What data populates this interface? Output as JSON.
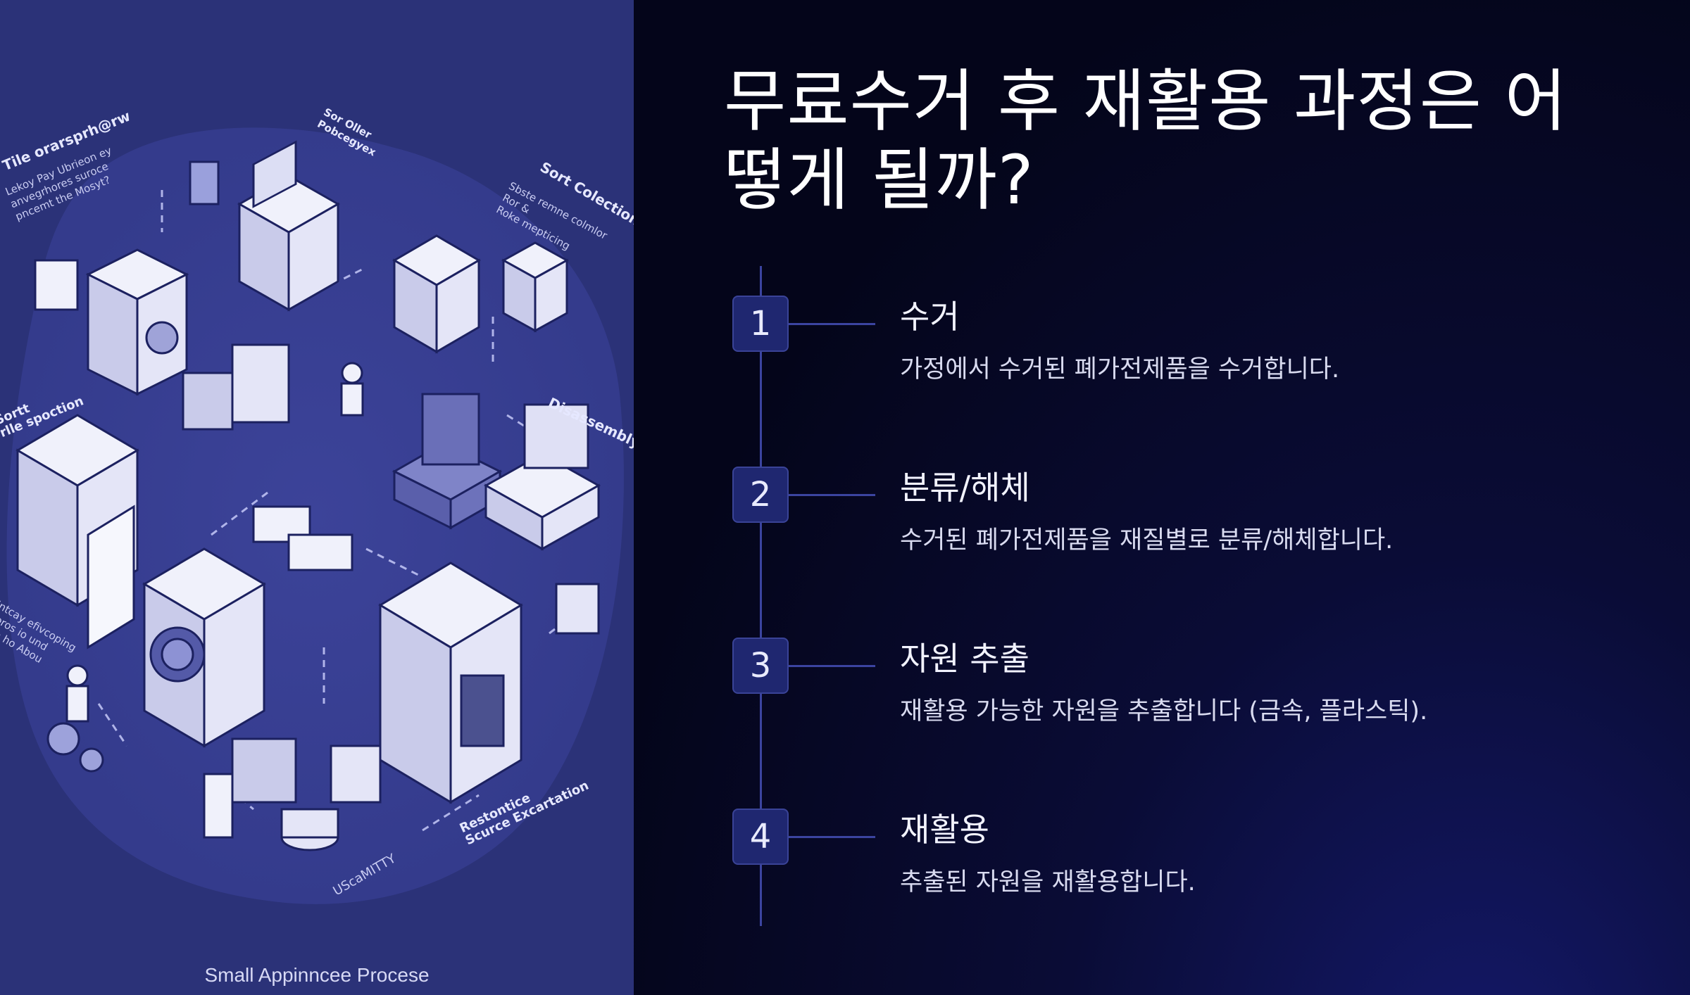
{
  "title": "무료수거 후 재활용 과정은 어떻게 될까?",
  "illustration": {
    "caption": "Small Appinncee Procese",
    "labels": {
      "top_left_heading": "Tile orarsprh@rw",
      "top_left_sub": "Lekoy Pay Ubrieon ey\nanvegrhores suroce\npncemt the Mosyt?",
      "top_center": "Sor Oller\nPobcegyex",
      "top_right_heading": "Sort Colection",
      "top_right_sub": "Sbste remne colmlor\nRor &\nRoke mepticing",
      "left_mid": "Sortt\nrlle spoction",
      "right_mid": "Disassembly",
      "left_low": "Intcay efivcoping\nnoros io und\nuna ho Abou",
      "bottom_right": "Restontice\nScurce Excartation",
      "bottom_center": "UScaMITTY"
    }
  },
  "steps": [
    {
      "number": "1",
      "title": "수거",
      "description": "가정에서 수거된 폐가전제품을 수거합니다."
    },
    {
      "number": "2",
      "title": "분류/해체",
      "description": "수거된 폐가전제품을 재질별로 분류/해체합니다."
    },
    {
      "number": "3",
      "title": "자원 추출",
      "description": "재활용 가능한 자원을 추출합니다 (금속, 플라스틱)."
    },
    {
      "number": "4",
      "title": "재활용",
      "description": "추출된 자원을 재활용합니다."
    }
  ],
  "colors": {
    "background": "#05061a",
    "illustration_bg": "#2b3278",
    "badge": "#1f2770",
    "timeline": "#3b44a0"
  }
}
